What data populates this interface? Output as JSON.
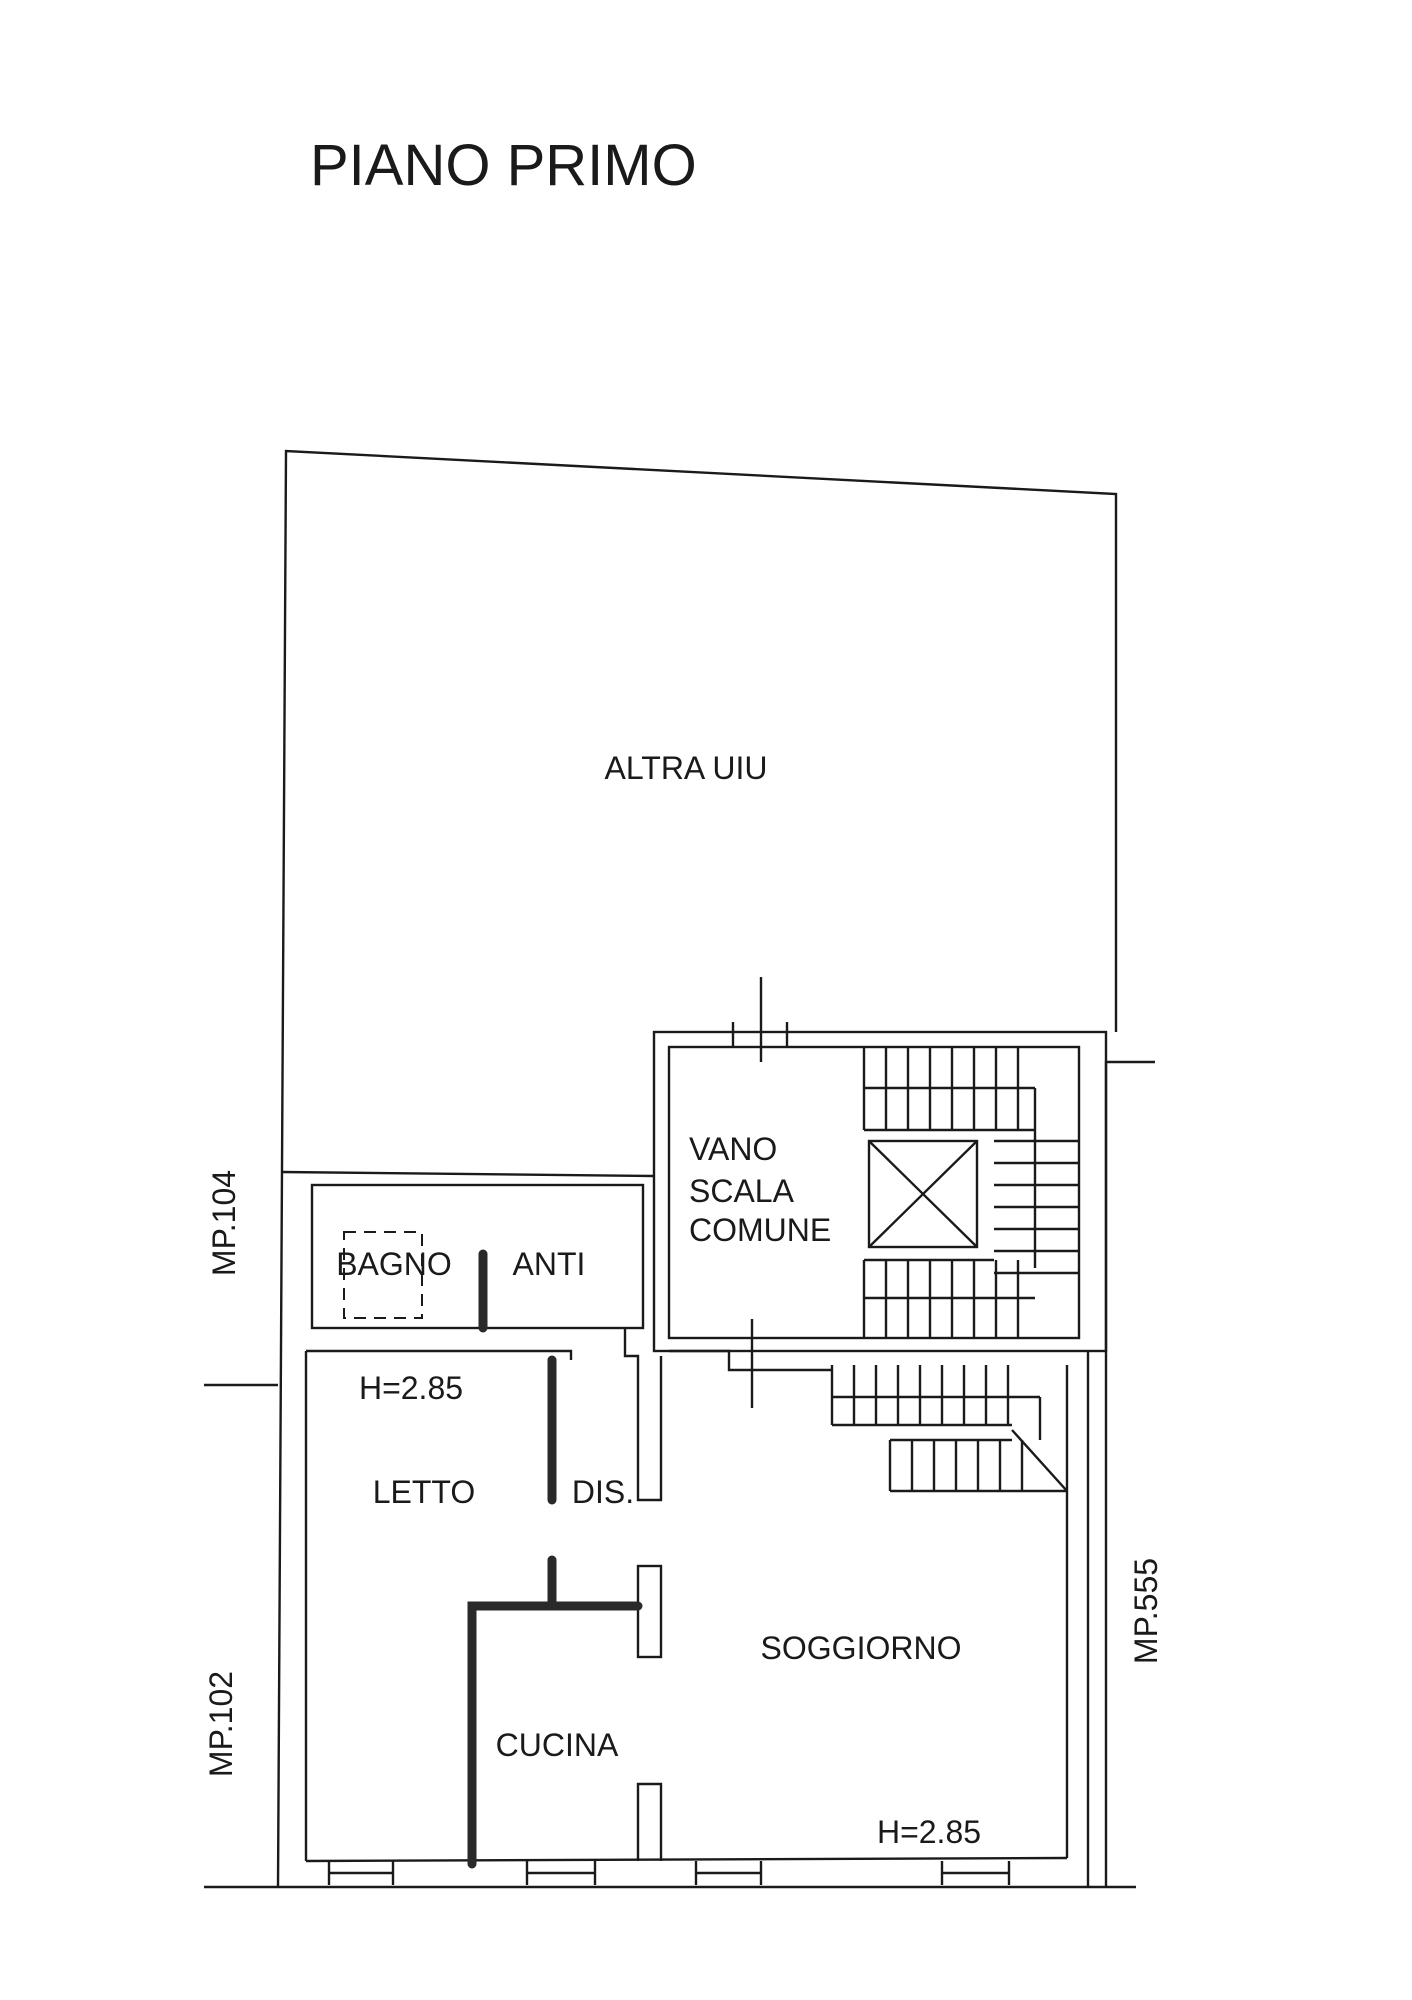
{
  "title": "PIANO PRIMO",
  "rooms": {
    "other_unit": "ALTRA UIU",
    "stairwell": [
      "VANO",
      "SCALA",
      "COMUNE"
    ],
    "bathroom": "BAGNO",
    "antechamber": "ANTI",
    "bedroom": "LETTO",
    "hallway": "DIS.",
    "living": "SOGGIORNO",
    "kitchen": "CUCINA"
  },
  "heights": {
    "bedroom": "H=2.85",
    "living": "H=2.85"
  },
  "neighbors": {
    "left_upper": "MP.104",
    "left_lower": "MP.102",
    "right": "MP.555"
  }
}
